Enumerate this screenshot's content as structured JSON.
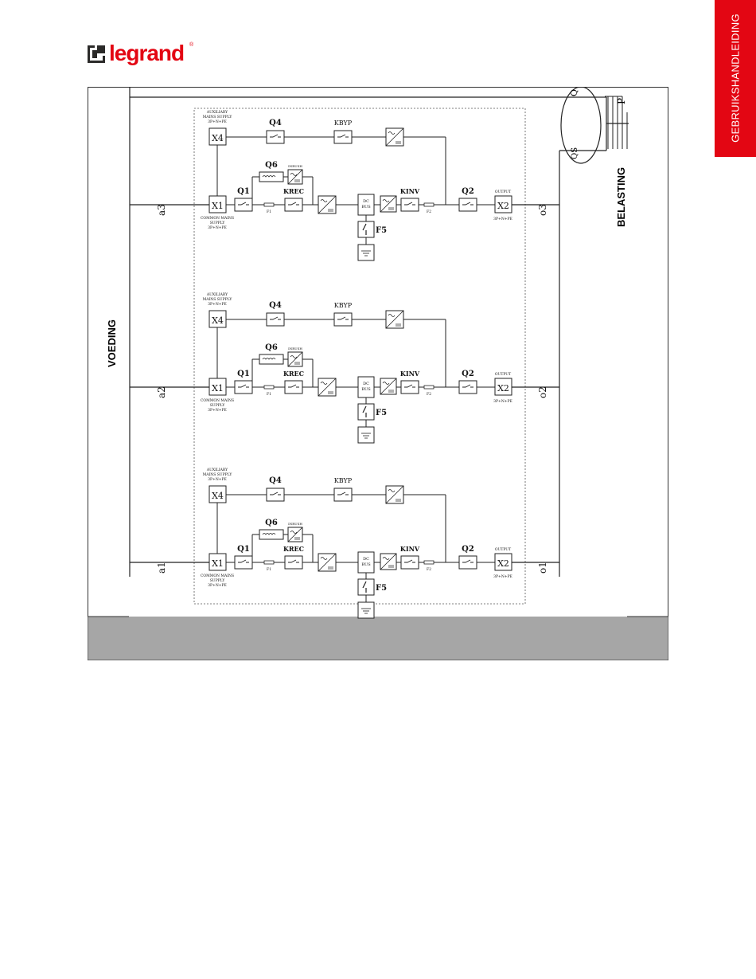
{
  "header": {
    "brand": "legrand",
    "registered": "®",
    "side_tab": "GEBRUIKSHANDLEIDING",
    "brand_color": "#e30613"
  },
  "diagram": {
    "left_label": "VOEDING",
    "right_label": "BELASTING",
    "bypass_labels": {
      "q": "Q",
      "p": "P",
      "qs": "QS"
    },
    "units": [
      {
        "input": "a3",
        "output": "o3",
        "aux_supply": [
          "AUXILIARY",
          "MAINS SUPPLY",
          "3P+N+PE"
        ],
        "common_supply": [
          "COMMON MAINS",
          "SUPPLY",
          "3P+N+PE"
        ],
        "output_label": [
          "OUTPUT",
          "3P+N+PE"
        ],
        "x4": "X4",
        "x1": "X1",
        "x2": "X2",
        "q1": "Q1",
        "q4": "Q4",
        "q6": "Q6",
        "q2": "Q2",
        "krec": "KREC",
        "kbyp": "KBYP",
        "kinv": "KINV",
        "inrush": "INRUSH",
        "dcbus": [
          "DC",
          "BUS"
        ],
        "f5": "F5",
        "f1": "F1",
        "f2": "F2"
      },
      {
        "input": "a2",
        "output": "o2",
        "aux_supply": [
          "AUXILIARY",
          "MAINS SUPPLY",
          "3P+N+PE"
        ],
        "common_supply": [
          "COMMON MAINS",
          "SUPPLY",
          "3P+N+PE"
        ],
        "output_label": [
          "OUTPUT",
          "3P+N+PE"
        ],
        "x4": "X4",
        "x1": "X1",
        "x2": "X2",
        "q1": "Q1",
        "q4": "Q4",
        "q6": "Q6",
        "q2": "Q2",
        "krec": "KREC",
        "kbyp": "KBYP",
        "kinv": "KINV",
        "inrush": "INRUSH",
        "dcbus": [
          "DC",
          "BUS"
        ],
        "f5": "F5",
        "f1": "F1",
        "f2": "F2"
      },
      {
        "input": "a1",
        "output": "o1",
        "aux_supply": [
          "AUXILIARY",
          "MAINS SUPPLY",
          "3P+N+PE"
        ],
        "common_supply": [
          "COMMON MAINS",
          "SUPPLY",
          "3P+N+PE"
        ],
        "output_label": [
          "OUTPUT",
          "3P+N+PE"
        ],
        "x4": "X4",
        "x1": "X1",
        "x2": "X2",
        "q1": "Q1",
        "q4": "Q4",
        "q6": "Q6",
        "q2": "Q2",
        "krec": "KREC",
        "kbyp": "KBYP",
        "kinv": "KINV",
        "inrush": "INRUSH",
        "dcbus": [
          "DC",
          "BUS"
        ],
        "f5": "F5",
        "f1": "F1",
        "f2": "F2"
      }
    ]
  }
}
